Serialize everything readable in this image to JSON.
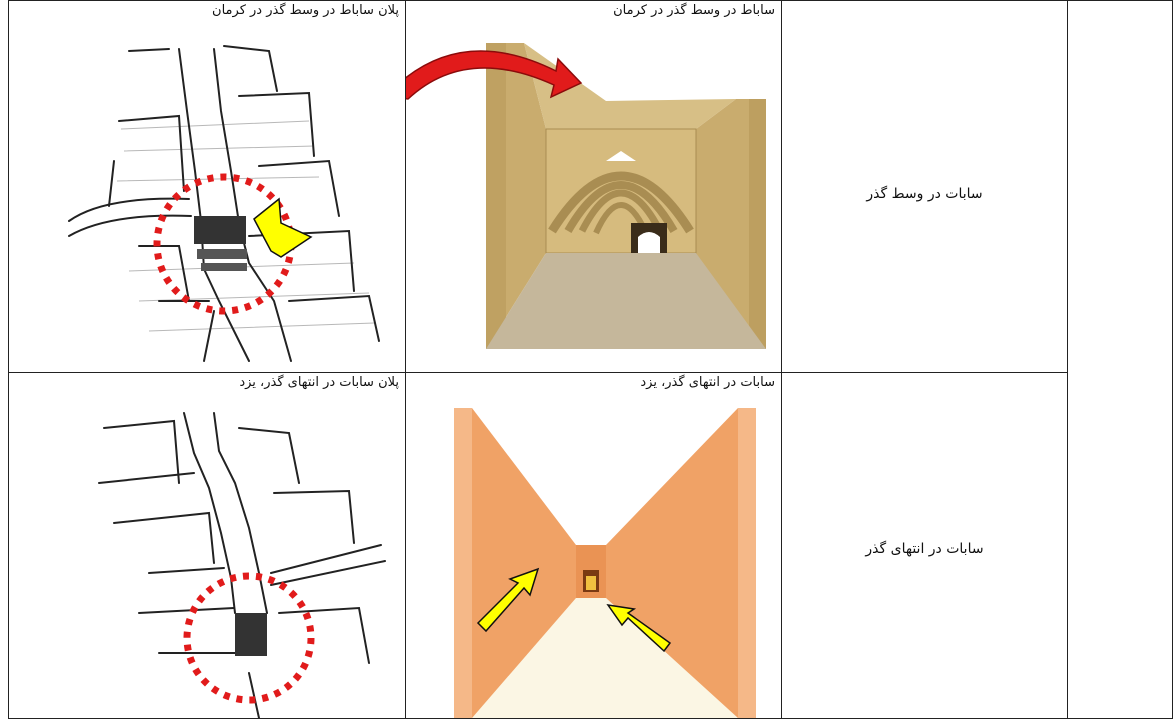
{
  "rows": [
    {
      "label": "سابات در وسط گذر",
      "perspective_caption": "ساباط در وسط گذر در کرمان",
      "plan_caption": "پلان ساباط در وسط گذر در کرمان"
    },
    {
      "label": "سابات در انتهای گذر",
      "perspective_caption": "سابات در انتهای گذر، یزد",
      "plan_caption": "پلان سابات در انتهای گذر، یزد"
    }
  ],
  "colors": {
    "kerman_wall": "#c9ac6e",
    "kerman_floor": "#c5b79b",
    "yazd_wall": "#f0a266",
    "yazd_floor": "#fbf6e4",
    "marker_red": "#e11b1b",
    "marker_yellow": "#ffff00"
  }
}
